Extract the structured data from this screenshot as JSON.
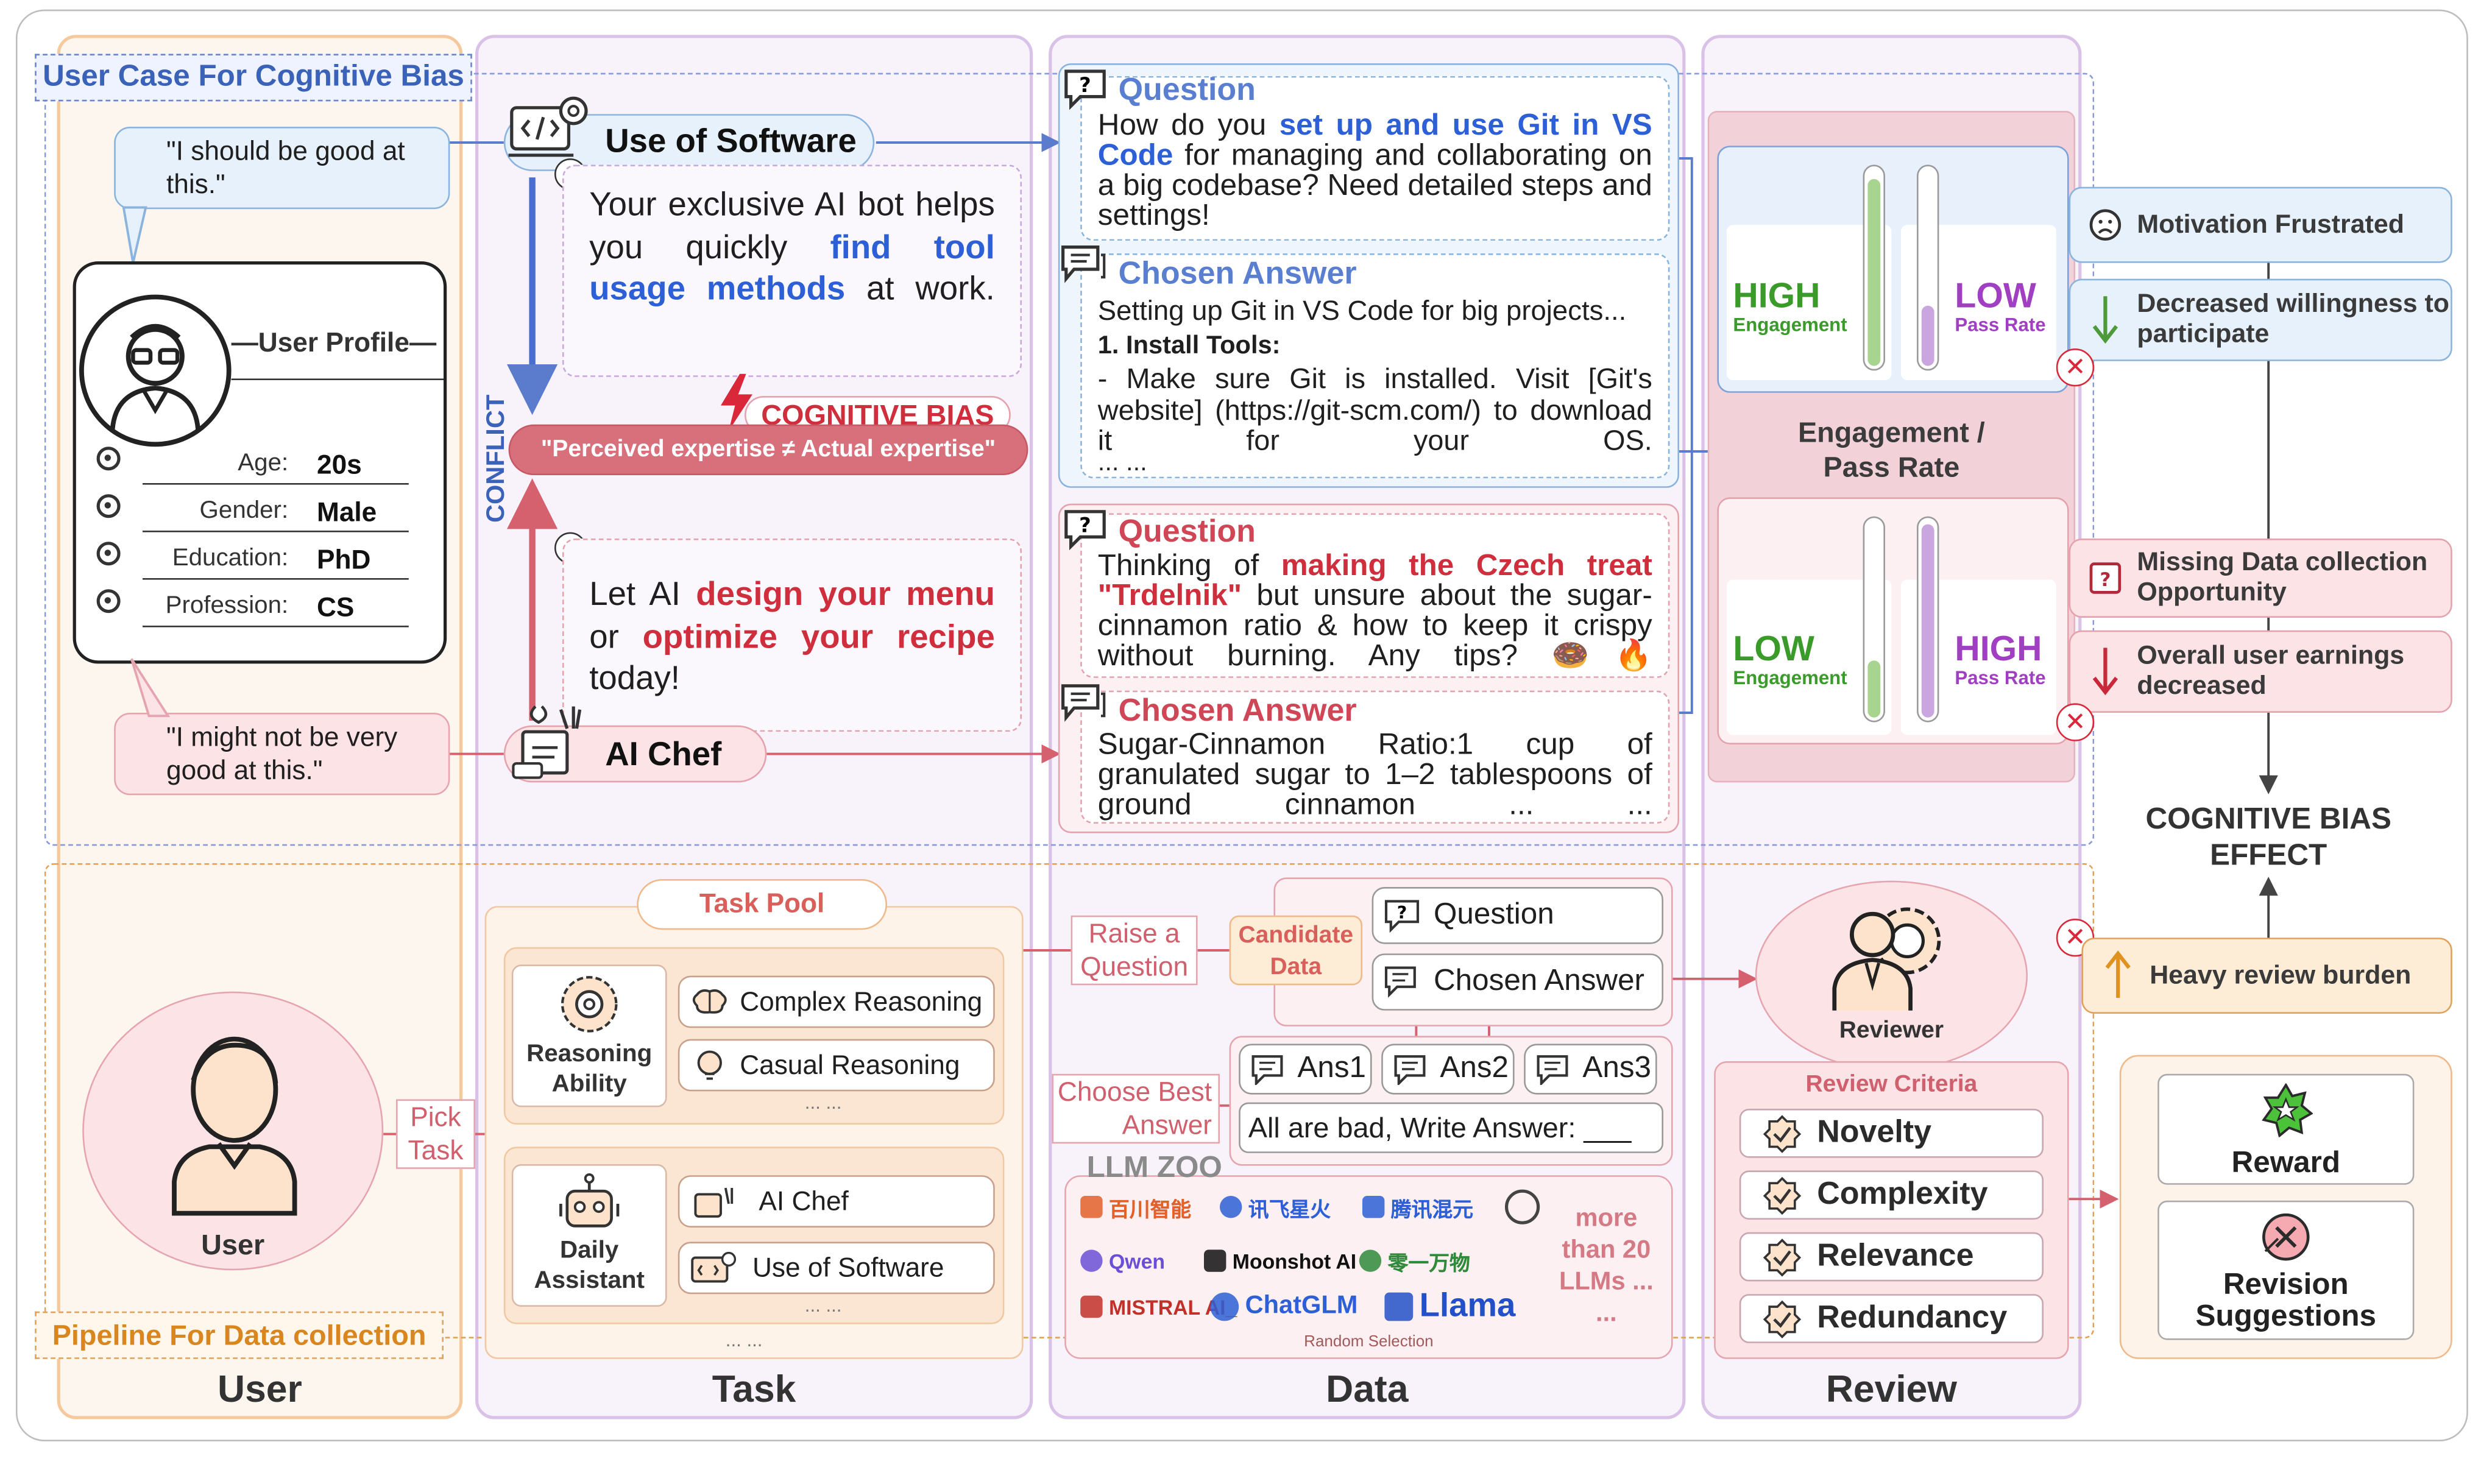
{
  "sections": {
    "user_case": "User Case For Cognitive Bias",
    "pipeline": "Pipeline For Data collection"
  },
  "columns": {
    "user": "User",
    "task": "Task",
    "data": "Data",
    "review": "Review"
  },
  "user_profile": {
    "quote_top": "\"I should be good at this.\"",
    "quote_bottom": "\"I might not be very good at this.\"",
    "title": "User Profile",
    "fields": [
      {
        "label": "Age:",
        "value": "20s"
      },
      {
        "label": "Gender:",
        "value": "Male"
      },
      {
        "label": "Education:",
        "value": "PhD"
      },
      {
        "label": "Profession:",
        "value": "CS"
      }
    ]
  },
  "task_case": {
    "software_title": "Use of Software",
    "software_desc": [
      "Your exclusive AI bot helps you quickly ",
      "find tool usage methods",
      " at work."
    ],
    "bias_title": "COGNITIVE BIAS",
    "bias_text": "\"Perceived expertise ≠ Actual expertise\"",
    "conflict": "CONFLICT",
    "chef_desc": [
      "Let AI ",
      "design your menu",
      " or ",
      "optimize your recipe",
      " today!"
    ],
    "chef_title": "AI Chef"
  },
  "data_case": {
    "q1_title": "Question",
    "q1_text": [
      "How do you ",
      "set up and use Git in VS Code",
      " for managing and collaborating on a big codebase? Need detailed steps and settings!"
    ],
    "a1_title": "Chosen Answer",
    "a1_lines": [
      "Setting up Git in VS Code for big projects...",
      "1. Install Tools:",
      "- Make sure Git is installed. Visit [Git's website] (https://git-scm.com/) to download it for your OS.",
      "... ..."
    ],
    "q2_title": "Question",
    "q2_text": [
      "Thinking of ",
      "making the Czech treat \"Trdelnik\"",
      " but unsure about the sugar-cinnamon ratio & how to keep it crispy without burning. Any tips? 🍩🔥"
    ],
    "a2_title": "Chosen Answer",
    "a2_text": "Sugar-Cinnamon Ratio:1 cup of granulated sugar to 1–2 tablespoons of ground cinnamon ... ..."
  },
  "review_case": {
    "panel1": {
      "left_level": "HIGH",
      "left_label": "Engagement",
      "right_level": "LOW",
      "right_label": "Pass Rate"
    },
    "middle": "Engagement / Pass Rate",
    "panel2": {
      "left_level": "LOW",
      "left_label": "Engagement",
      "right_level": "HIGH",
      "right_label": "Pass Rate"
    }
  },
  "effects": {
    "motivation": "Motivation Frustrated",
    "willingness": "Decreased willingness to participate",
    "missing": "Missing Data collection Opportunity",
    "earnings": "Overall user earnings decreased",
    "bias_effect": "COGNITIVE BIAS EFFECT",
    "burden": "Heavy review burden"
  },
  "pipeline": {
    "user_label": "User",
    "pick_task": "Pick Task",
    "task_pool": "Task Pool",
    "group1": {
      "name": "Reasoning Ability",
      "items": [
        "Complex Reasoning",
        "Casual Reasoning"
      ]
    },
    "group2": {
      "name": "Daily Assistant",
      "items": [
        "AI Chef",
        "Use of Software"
      ]
    },
    "ellipsis": "... ...",
    "raise_question": "Raise a Question",
    "candidate_data": "Candidate Data",
    "question": "Question",
    "chosen_answer": "Chosen Answer",
    "answers": [
      "Ans1",
      "Ans2",
      "Ans3"
    ],
    "all_bad": "All are bad, Write Answer: ___",
    "choose_best": "Choose Best Answer",
    "llm_zoo": "LLM ZOO",
    "llms": [
      "百川智能",
      "讯飞星火",
      "腾讯混元",
      "Qwen",
      "Moonshot AI",
      "零一万物",
      "MISTRAL AI_",
      "ChatGLM",
      "Llama"
    ],
    "more_llms": "more than 20 LLMs ... ...",
    "random_selection": "Random Selection",
    "reviewer": "Reviewer",
    "review_criteria": "Review Criteria",
    "criteria": [
      "Novelty",
      "Complexity",
      "Relevance",
      "Redundancy"
    ],
    "reward": "Reward",
    "revision": "Revision Suggestions"
  },
  "colors": {
    "user_col": "#f4b679",
    "task_col": "#c9a9dc",
    "review_bg": "#f2d2d8",
    "blue": "#2d5fd6",
    "red": "#cf2f3d",
    "green": "#3a9a2a",
    "purple": "#a13fc2"
  }
}
